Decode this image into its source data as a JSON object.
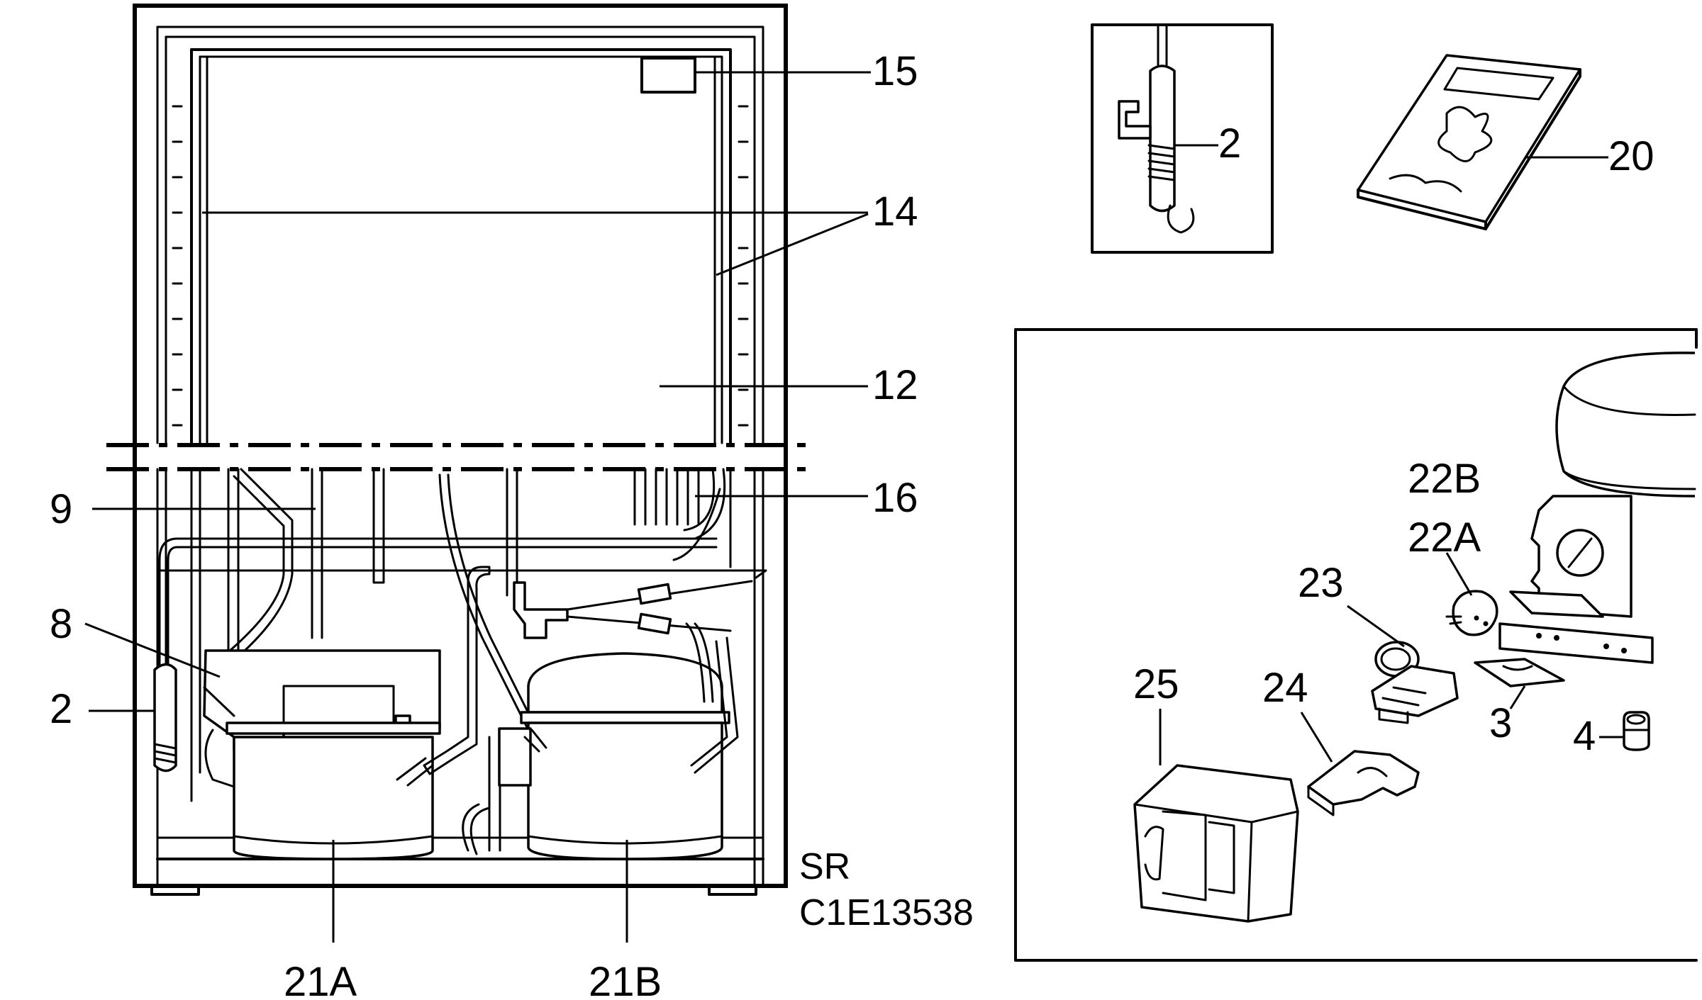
{
  "callouts": {
    "c15": "15",
    "c14": "14",
    "c12": "12",
    "c16": "16",
    "c9": "9",
    "c8": "8",
    "c2_left": "2",
    "c2_inset": "2",
    "c20": "20",
    "c21a": "21A",
    "c21b": "21B",
    "c22b": "22B",
    "c22a": "22A",
    "c23": "23",
    "c24": "24",
    "c25": "25",
    "c3": "3",
    "c4": "4"
  },
  "codes": {
    "region": "SR",
    "drawing_number": "C1E13538"
  }
}
